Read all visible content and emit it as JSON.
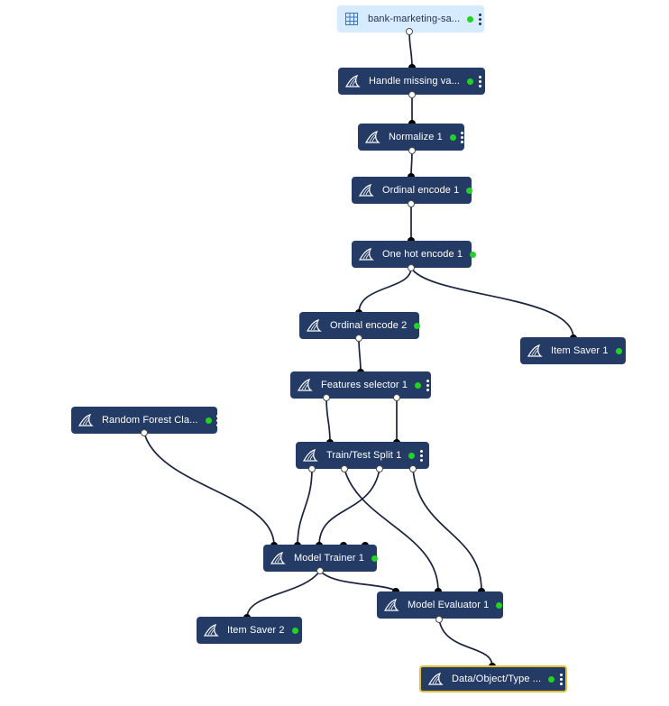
{
  "colors": {
    "node_bg": "#243b66",
    "dataset_bg": "#d7ebff",
    "status_green": "#22d322",
    "selected_border": "#e0c13c",
    "edge": "#18233f"
  },
  "nodes": {
    "dataset": {
      "label": "bank-marketing-sa...",
      "icon": "table-grid-icon"
    },
    "handle_missing": {
      "label": "Handle missing va...",
      "icon": "shark-fin-icon"
    },
    "normalize": {
      "label": "Normalize 1",
      "icon": "shark-fin-icon"
    },
    "ordinal_encode_1": {
      "label": "Ordinal encode 1",
      "icon": "shark-fin-icon"
    },
    "one_hot_encode": {
      "label": "One hot encode 1",
      "icon": "shark-fin-icon"
    },
    "ordinal_encode_2": {
      "label": "Ordinal encode 2",
      "icon": "shark-fin-icon"
    },
    "item_saver_1": {
      "label": "Item Saver 1",
      "icon": "shark-fin-icon"
    },
    "features_selector": {
      "label": "Features selector 1",
      "icon": "shark-fin-icon"
    },
    "random_forest": {
      "label": "Random Forest Cla...",
      "icon": "shark-fin-icon"
    },
    "train_test_split": {
      "label": "Train/Test Split 1",
      "icon": "shark-fin-icon"
    },
    "model_trainer": {
      "label": "Model Trainer 1",
      "icon": "shark-fin-icon"
    },
    "model_evaluator": {
      "label": "Model Evaluator 1",
      "icon": "shark-fin-icon"
    },
    "item_saver_2": {
      "label": "Item Saver 2",
      "icon": "shark-fin-icon"
    },
    "data_object_type": {
      "label": "Data/Object/Type ...",
      "icon": "shark-fin-icon"
    }
  }
}
